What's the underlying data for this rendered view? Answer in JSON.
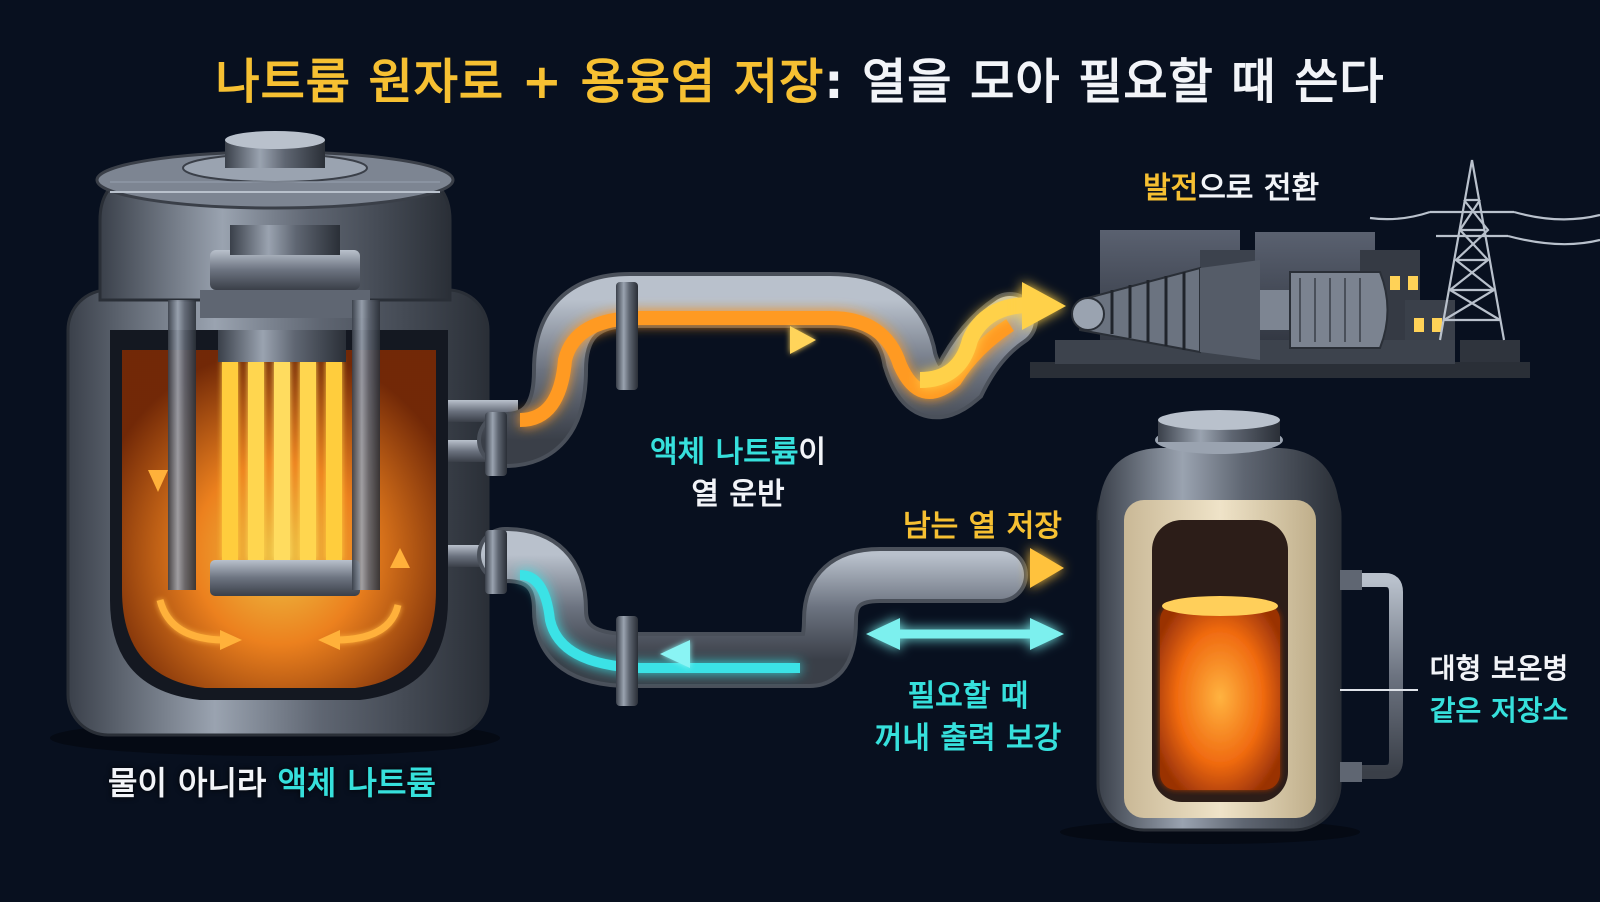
{
  "title": {
    "part1": "나트륨 원자로 + 용융염 저장",
    "part2": ": 열을 모아 필요할 때 쓴다"
  },
  "labels": {
    "power": {
      "hl": "발전",
      "rest": "으로 전환"
    },
    "sodium_transport": {
      "hl": "액체 나트륨",
      "rest1": "이",
      "line2": "열 운반"
    },
    "store_excess": "남는 열 저장",
    "discharge": {
      "line1": "필요할 때",
      "line2": "꺼내 출력 보강"
    },
    "tank": {
      "line1": "대형 보온병",
      "line2": "같은 저장소"
    },
    "reactor": {
      "rest": "물이 아니라 ",
      "hl": "액체 나트륨"
    }
  },
  "colors": {
    "background": "#08101f",
    "accent_yellow": "#f6c032",
    "accent_cyan": "#36e0dc",
    "text_white": "#f2f4f8",
    "hot_orange": "#ff8a1e",
    "cool_cyan": "#4de8ec",
    "steel": "#8f98a6"
  },
  "icons": [
    "reactor-vessel-icon",
    "turbine-generator-icon",
    "power-pylon-icon",
    "storage-tank-icon",
    "hot-arrow-icon",
    "cold-arrow-icon",
    "bidirectional-arrow-icon"
  ]
}
